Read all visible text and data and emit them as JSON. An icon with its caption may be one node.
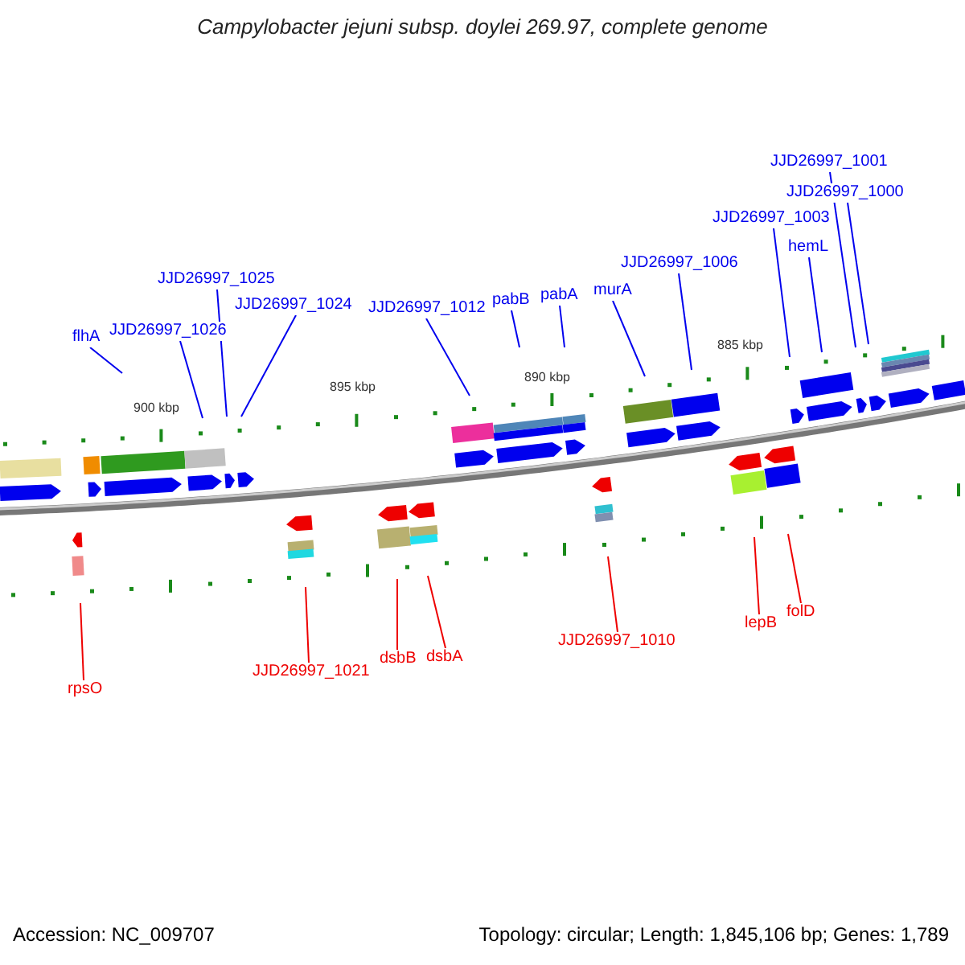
{
  "diagram": {
    "title": "Campylobacter jejuni subsp. doylei 269.97, complete genome",
    "nodes": [
      {
        "text": [
          "flhA"
        ]
      },
      {
        "text": [
          "JJD26997_1026"
        ]
      },
      {
        "text": [
          "JJD26997_1025"
        ]
      },
      {
        "text": [
          "JJD26997_1024"
        ]
      },
      {
        "text": [
          "JJD26997_1012"
        ]
      },
      {
        "text": [
          "pabB"
        ]
      },
      {
        "text": [
          "pabA"
        ]
      },
      {
        "text": [
          "murA"
        ]
      },
      {
        "text": [
          "JJD26997_1006"
        ]
      },
      {
        "text": [
          "JJD26997_1003"
        ]
      },
      {
        "text": [
          "hemL"
        ]
      },
      {
        "text": [
          "JJD26997_1001"
        ]
      },
      {
        "text": [
          "JJD26997_1000"
        ]
      },
      {
        "text": [
          "rpsO"
        ]
      },
      {
        "text": [
          "JJD26997_1021"
        ]
      },
      {
        "text": [
          "dsbB"
        ]
      },
      {
        "text": [
          "dsbA"
        ]
      },
      {
        "text": [
          "JJD26997_1010"
        ]
      },
      {
        "text": [
          "lepB"
        ]
      },
      {
        "text": [
          "folD"
        ]
      }
    ],
    "edges": [
      {
        "from": 0,
        "to": null,
        "arrow": "none"
      },
      {
        "from": 1,
        "to": null,
        "arrow": "none"
      },
      {
        "from": 2,
        "to": null,
        "arrow": "none"
      },
      {
        "from": 3,
        "to": null,
        "arrow": "none"
      },
      {
        "from": 4,
        "to": null,
        "arrow": "none"
      },
      {
        "from": 5,
        "to": null,
        "arrow": "none"
      },
      {
        "from": 6,
        "to": null,
        "arrow": "none"
      },
      {
        "from": 7,
        "to": null,
        "arrow": "none"
      },
      {
        "from": 8,
        "to": null,
        "arrow": "none"
      },
      {
        "from": 9,
        "to": null,
        "arrow": "none"
      },
      {
        "from": 10,
        "to": null,
        "arrow": "none"
      },
      {
        "from": 11,
        "to": null,
        "arrow": "none"
      },
      {
        "from": 12,
        "to": null,
        "arrow": "none"
      },
      {
        "from": 13,
        "to": null,
        "arrow": "none",
        "color": "#ee0000"
      },
      {
        "from": 14,
        "to": null,
        "arrow": "none",
        "color": "#ee0000"
      },
      {
        "from": 15,
        "to": null,
        "arrow": "none",
        "color": "#ee0000"
      },
      {
        "from": 16,
        "to": null,
        "arrow": "none",
        "color": "#ee0000"
      },
      {
        "from": 17,
        "to": null,
        "arrow": "none",
        "color": "#ee0000"
      },
      {
        "from": 18,
        "to": null,
        "arrow": "none",
        "color": "#ee0000"
      },
      {
        "from": 19,
        "to": null,
        "arrow": "none",
        "color": "#ee0000"
      }
    ],
    "labels": [
      "900 kbp",
      "895 kbp",
      "890 kbp",
      "885 kbp",
      "Accession: NC_009707",
      "Topology: circular; Length: 1,845,106 bp; Genes: 1,789"
    ]
  }
}
